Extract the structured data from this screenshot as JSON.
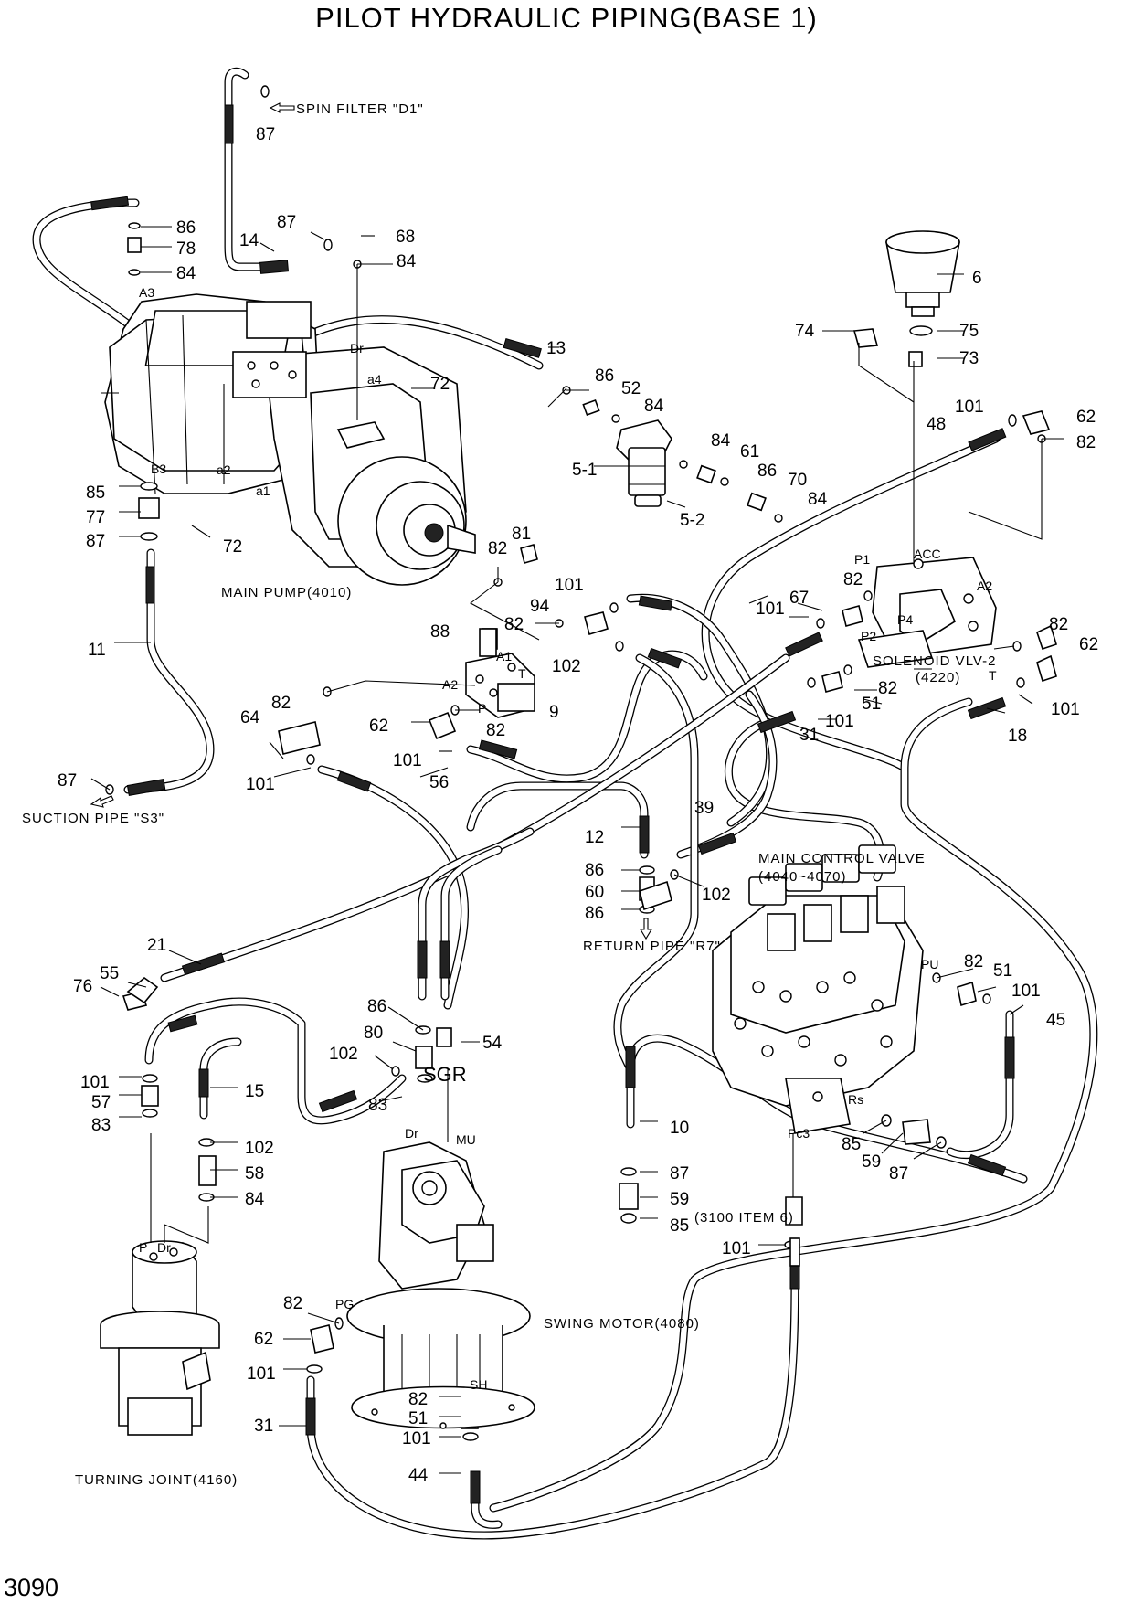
{
  "title": "PILOT HYDRAULIC PIPING(BASE 1)",
  "page_number": "3090",
  "component_labels": {
    "spin_filter": "SPIN FILTER \"D1\"",
    "main_pump": "MAIN PUMP(4010)",
    "suction_pipe": "SUCTION PIPE \"S3\"",
    "return_pipe": "RETURN PIPE \"R7\"",
    "main_control_valve": "MAIN CONTROL VALVE",
    "main_control_valve_range": "(4040~4070)",
    "solenoid_valve": "SOLENOID VLV-2",
    "solenoid_valve_no": "(4220)",
    "swing_motor": "SWING MOTOR(4080)",
    "turning_joint": "TURNING JOINT(4160)",
    "item_ref": "(3100 ITEM 6)"
  },
  "port_labels": {
    "a3": "A3",
    "b3": "B3",
    "a2_pump": "a2",
    "a1_pump": "a1",
    "a4_pump": "a4",
    "dr_pump": "Dr",
    "a1_valve": "A1",
    "a2_valve": "A2",
    "p_valve": "P",
    "t_valve": "T",
    "p1": "P1",
    "acc": "ACC",
    "a2_sol": "A2",
    "p4": "P4",
    "p2": "P2",
    "t_sol": "T",
    "pu": "PU",
    "rs": "Rs",
    "pc3": "Pc3",
    "sgr": "SGR",
    "dr_motor": "Dr",
    "mu": "MU",
    "pg": "PG",
    "sh": "SH",
    "p_joint": "P",
    "dr_joint": "Dr"
  },
  "callouts": [
    {
      "id": "c87a",
      "text": "87"
    },
    {
      "id": "c86a",
      "text": "86"
    },
    {
      "id": "c78",
      "text": "78"
    },
    {
      "id": "c84a",
      "text": "84"
    },
    {
      "id": "c87b",
      "text": "87"
    },
    {
      "id": "c14",
      "text": "14"
    },
    {
      "id": "c68",
      "text": "68"
    },
    {
      "id": "c84b",
      "text": "84"
    },
    {
      "id": "c13",
      "text": "13"
    },
    {
      "id": "c72a",
      "text": "72"
    },
    {
      "id": "c86b",
      "text": "86"
    },
    {
      "id": "c52",
      "text": "52"
    },
    {
      "id": "c84c",
      "text": "84"
    },
    {
      "id": "c6",
      "text": "6"
    },
    {
      "id": "c74",
      "text": "74"
    },
    {
      "id": "c75",
      "text": "75"
    },
    {
      "id": "c73",
      "text": "73"
    },
    {
      "id": "c101a",
      "text": "101"
    },
    {
      "id": "c62a",
      "text": "62"
    },
    {
      "id": "c48",
      "text": "48"
    },
    {
      "id": "c82a",
      "text": "82"
    },
    {
      "id": "c5-1",
      "text": "5-1"
    },
    {
      "id": "c84d",
      "text": "84"
    },
    {
      "id": "c61",
      "text": "61"
    },
    {
      "id": "c86c",
      "text": "86"
    },
    {
      "id": "c70",
      "text": "70"
    },
    {
      "id": "c84e",
      "text": "84"
    },
    {
      "id": "c5-2",
      "text": "5-2"
    },
    {
      "id": "c85a",
      "text": "85"
    },
    {
      "id": "c77",
      "text": "77"
    },
    {
      "id": "c87c",
      "text": "87"
    },
    {
      "id": "c72b",
      "text": "72"
    },
    {
      "id": "c82b",
      "text": "82"
    },
    {
      "id": "c81",
      "text": "81"
    },
    {
      "id": "c101b",
      "text": "101"
    },
    {
      "id": "c94",
      "text": "94"
    },
    {
      "id": "c82c",
      "text": "82"
    },
    {
      "id": "c101c",
      "text": "101"
    },
    {
      "id": "c67",
      "text": "67"
    },
    {
      "id": "c88",
      "text": "88"
    },
    {
      "id": "c82d",
      "text": "82"
    },
    {
      "id": "c102a",
      "text": "102"
    },
    {
      "id": "c11",
      "text": "11"
    },
    {
      "id": "c82e",
      "text": "82"
    },
    {
      "id": "c62b",
      "text": "62"
    },
    {
      "id": "c82f",
      "text": "82"
    },
    {
      "id": "c51a",
      "text": "51"
    },
    {
      "id": "c101d",
      "text": "101"
    },
    {
      "id": "c31a",
      "text": "31"
    },
    {
      "id": "c101e",
      "text": "101"
    },
    {
      "id": "c18",
      "text": "18"
    },
    {
      "id": "c82g",
      "text": "82"
    },
    {
      "id": "c64",
      "text": "64"
    },
    {
      "id": "c62c",
      "text": "62"
    },
    {
      "id": "c82h",
      "text": "82"
    },
    {
      "id": "c9",
      "text": "9"
    },
    {
      "id": "c101f",
      "text": "101"
    },
    {
      "id": "c101g",
      "text": "101"
    },
    {
      "id": "c56",
      "text": "56"
    },
    {
      "id": "c87d",
      "text": "87"
    },
    {
      "id": "c39",
      "text": "39"
    },
    {
      "id": "c12",
      "text": "12"
    },
    {
      "id": "c86d",
      "text": "86"
    },
    {
      "id": "c60",
      "text": "60"
    },
    {
      "id": "c102b",
      "text": "102"
    },
    {
      "id": "c86e",
      "text": "86"
    },
    {
      "id": "c21",
      "text": "21"
    },
    {
      "id": "c55",
      "text": "55"
    },
    {
      "id": "c76",
      "text": "76"
    },
    {
      "id": "c82i",
      "text": "82"
    },
    {
      "id": "c51b",
      "text": "51"
    },
    {
      "id": "c101h",
      "text": "101"
    },
    {
      "id": "c45",
      "text": "45"
    },
    {
      "id": "c86f",
      "text": "86"
    },
    {
      "id": "c54",
      "text": "54"
    },
    {
      "id": "c80",
      "text": "80"
    },
    {
      "id": "c102c",
      "text": "102"
    },
    {
      "id": "c101i",
      "text": "101"
    },
    {
      "id": "c57",
      "text": "57"
    },
    {
      "id": "c15",
      "text": "15"
    },
    {
      "id": "c83a",
      "text": "83"
    },
    {
      "id": "c83b",
      "text": "83"
    },
    {
      "id": "c102d",
      "text": "102"
    },
    {
      "id": "c58",
      "text": "58"
    },
    {
      "id": "c84f",
      "text": "84"
    },
    {
      "id": "c10",
      "text": "10"
    },
    {
      "id": "c85b",
      "text": "85"
    },
    {
      "id": "c59a",
      "text": "59"
    },
    {
      "id": "c87e",
      "text": "87"
    },
    {
      "id": "c87f",
      "text": "87"
    },
    {
      "id": "c59b",
      "text": "59"
    },
    {
      "id": "c85c",
      "text": "85"
    },
    {
      "id": "c101j",
      "text": "101"
    },
    {
      "id": "c82j",
      "text": "82"
    },
    {
      "id": "c62d",
      "text": "62"
    },
    {
      "id": "c101k",
      "text": "101"
    },
    {
      "id": "c31b",
      "text": "31"
    },
    {
      "id": "c82k",
      "text": "82"
    },
    {
      "id": "c51c",
      "text": "51"
    },
    {
      "id": "c101l",
      "text": "101"
    },
    {
      "id": "c44",
      "text": "44"
    }
  ]
}
